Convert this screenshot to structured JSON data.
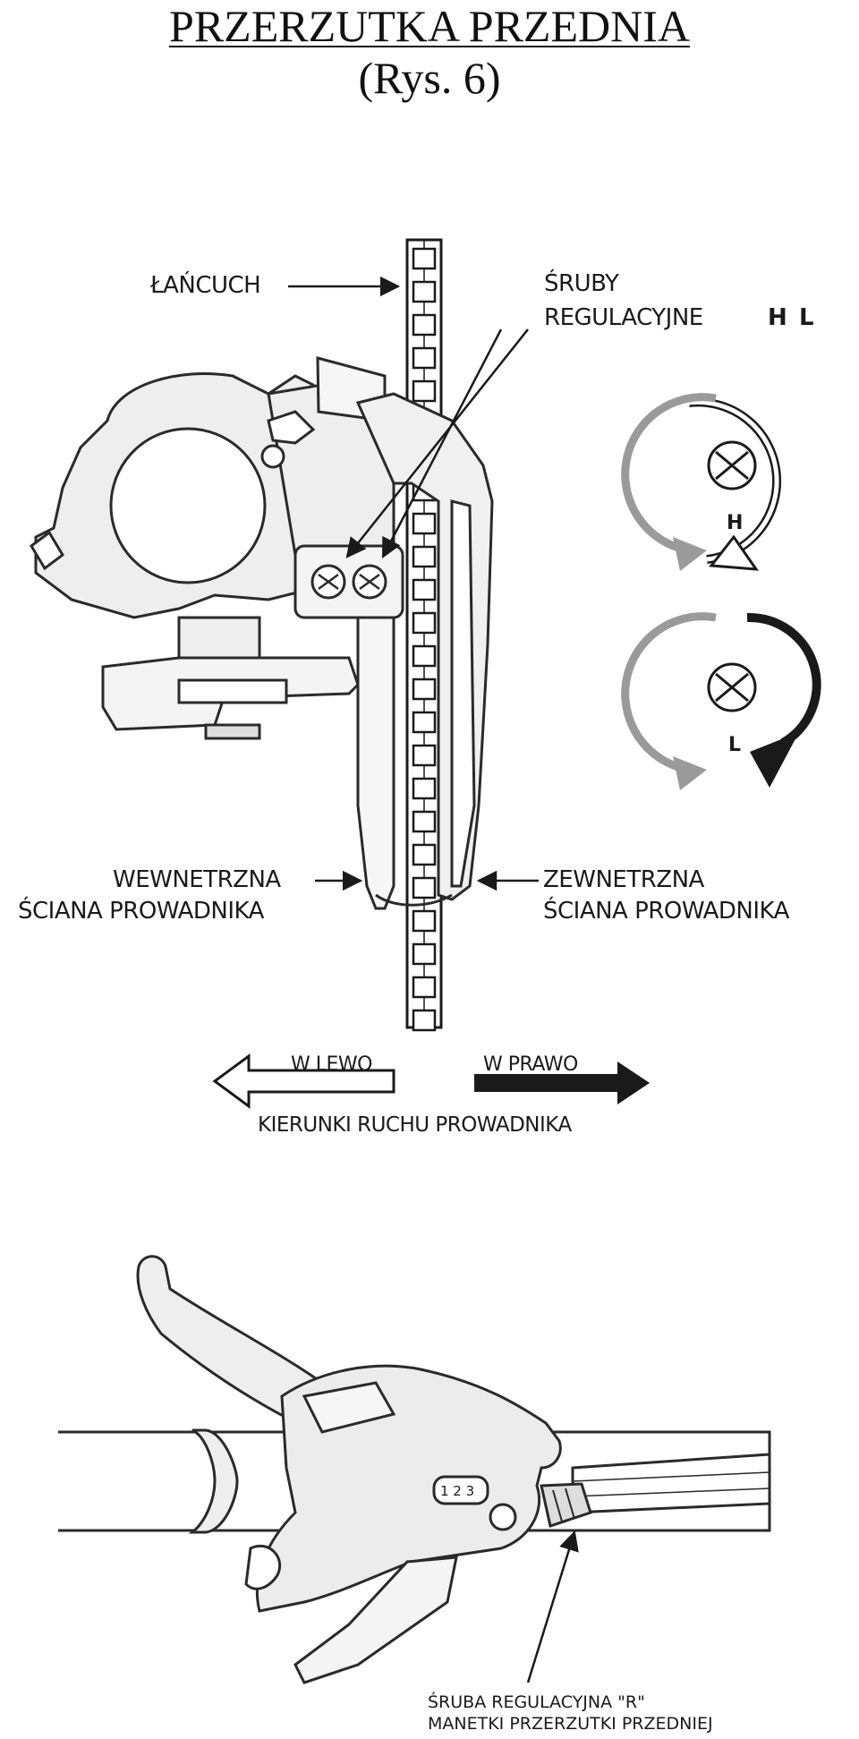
{
  "title": {
    "main": "PRZERZUTKA PRZEDNIA",
    "subtitle": "(Rys. 6)"
  },
  "labels": {
    "chain": "ŁAŃCUCH",
    "screws_line1": "ŚRUBY",
    "screws_line2": "REGULACYJNE",
    "screw_h": "H",
    "screw_l": "L",
    "inner_wall_line1": "WEWNETRZNA",
    "inner_wall_line2": "ŚCIANA PROWADNIKA",
    "outer_wall_line1": "ZEWNETRZNA",
    "outer_wall_line2": "ŚCIANA PROWADNIKA",
    "left": "W  LEWO",
    "right": "W  PRAWO",
    "directions": "KIERUNKI RUCHU PROWADNIKA",
    "dial_h": "H",
    "dial_l": "L",
    "shifter_screw_line1": "ŚRUBA  REGULACYJNA \"R\"",
    "shifter_screw_line2": "MANETKI PRZERZUTKI  PRZEDNIEJ",
    "shifter_gears": "1 2 3"
  },
  "colors": {
    "line": "#1a1a1a",
    "grey_arrow": "#9a9a9a",
    "part_fill": "#eeeeee",
    "part_stroke": "#2a2a2a"
  }
}
